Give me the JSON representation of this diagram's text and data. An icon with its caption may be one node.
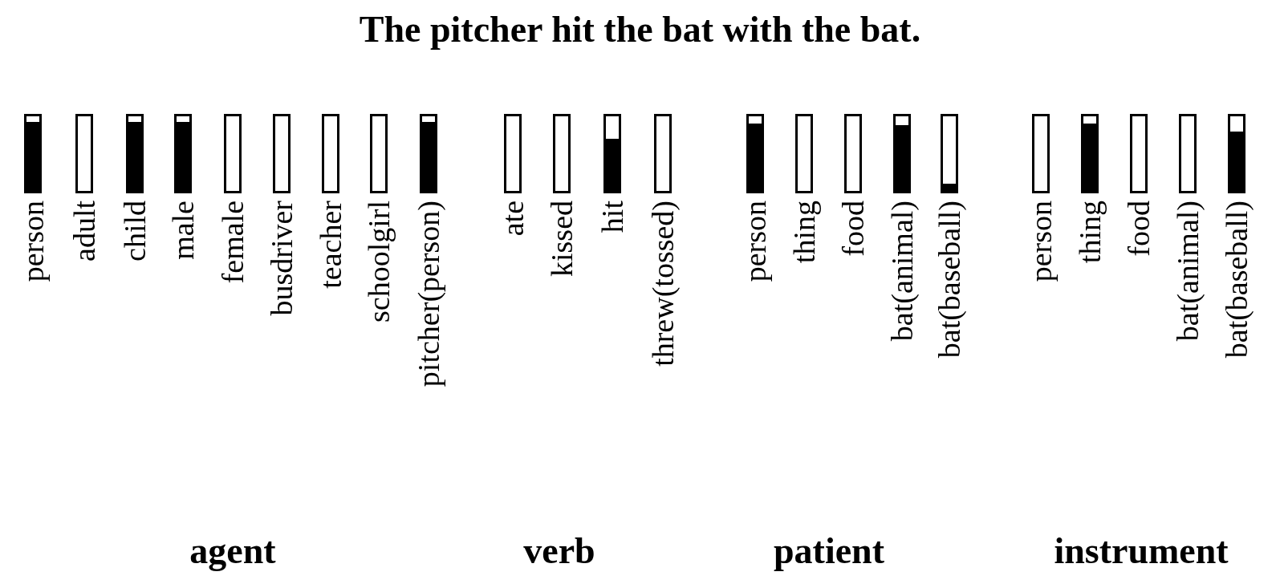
{
  "diagram": {
    "title": "The pitcher hit the bat with the bat.",
    "nodes": [
      {
        "text": [],
        "shape": "bar",
        "beside": [
          "person"
        ]
      },
      {
        "text": [],
        "shape": "bar",
        "beside": [
          "adult"
        ]
      },
      {
        "text": [],
        "shape": "bar",
        "beside": [
          "child"
        ]
      },
      {
        "text": [],
        "shape": "bar",
        "beside": [
          "male"
        ]
      },
      {
        "text": [],
        "shape": "bar",
        "beside": [
          "female"
        ]
      },
      {
        "text": [],
        "shape": "bar",
        "beside": [
          "busdriver"
        ]
      },
      {
        "text": [],
        "shape": "bar",
        "beside": [
          "teacher"
        ]
      },
      {
        "text": [],
        "shape": "bar",
        "beside": [
          "schoolgirl"
        ]
      },
      {
        "text": [],
        "shape": "bar",
        "beside": [
          "pitcher(person)"
        ]
      },
      {
        "text": [],
        "shape": "bar",
        "beside": [
          "ate"
        ]
      },
      {
        "text": [],
        "shape": "bar",
        "beside": [
          "kissed"
        ]
      },
      {
        "text": [],
        "shape": "bar",
        "beside": [
          "hit"
        ]
      },
      {
        "text": [],
        "shape": "bar",
        "beside": [
          "threw(tossed)"
        ]
      },
      {
        "text": [],
        "shape": "bar",
        "beside": [
          "person"
        ]
      },
      {
        "text": [],
        "shape": "bar",
        "beside": [
          "thing"
        ]
      },
      {
        "text": [],
        "shape": "bar",
        "beside": [
          "food"
        ]
      },
      {
        "text": [],
        "shape": "bar",
        "beside": [
          "bat(animal)"
        ]
      },
      {
        "text": [],
        "shape": "bar",
        "beside": [
          "bat(baseball)"
        ]
      },
      {
        "text": [],
        "shape": "bar",
        "beside": [
          "person"
        ]
      },
      {
        "text": [],
        "shape": "bar",
        "beside": [
          "thing"
        ]
      },
      {
        "text": [],
        "shape": "bar",
        "beside": [
          "food"
        ]
      },
      {
        "text": [],
        "shape": "bar",
        "beside": [
          "bat(animal)"
        ]
      },
      {
        "text": [],
        "shape": "bar",
        "beside": [
          "bat(baseball)"
        ]
      }
    ],
    "labels": [
      "agent",
      "verb",
      "patient",
      "instrument"
    ]
  }
}
